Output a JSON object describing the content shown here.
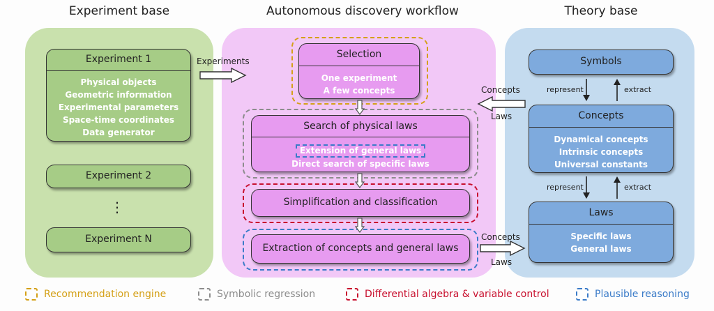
{
  "columns": {
    "experiment_base": "Experiment base",
    "workflow": "Autonomous discovery workflow",
    "theory_base": "Theory base"
  },
  "experiment_base": {
    "exp1": {
      "title": "Experiment 1",
      "items": [
        "Physical objects",
        "Geometric information",
        "Experimental parameters",
        "Space-time coordinates",
        "Data generator"
      ]
    },
    "exp2": "Experiment 2",
    "ellipsis": "⋮",
    "expN": "Experiment N"
  },
  "workflow": {
    "selection": {
      "title": "Selection",
      "items": [
        "One experiment",
        "A few concepts"
      ]
    },
    "search": {
      "title": "Search of physical laws",
      "items": [
        "Extension of general laws",
        "Direct search of specific laws"
      ]
    },
    "simplification": "Simplification and classification",
    "extraction": "Extraction of concepts and general laws"
  },
  "theory_base": {
    "symbols": "Symbols",
    "concepts": {
      "title": "Concepts",
      "items": [
        "Dynamical concepts",
        "Intrinsic concepts",
        "Universal constants"
      ]
    },
    "laws": {
      "title": "Laws",
      "items": [
        "Specific laws",
        "General laws"
      ]
    },
    "represent": "represent",
    "extract": "extract"
  },
  "connectors": {
    "experiments": "Experiments",
    "concepts": "Concepts",
    "laws": "Laws"
  },
  "legend": {
    "recommendation": "Recommendation engine",
    "symbolic": "Symbolic regression",
    "differential": "Differential algebra & variable control",
    "plausible": "Plausible reasoning"
  },
  "colors": {
    "recommendation": "#d4a017",
    "symbolic": "#8c8c8c",
    "differential": "#c8102e",
    "plausible": "#3a7bc8",
    "green_panel": "#c9e1ad",
    "pink_panel": "#f2c8f7",
    "blue_panel": "#c4dbef"
  }
}
